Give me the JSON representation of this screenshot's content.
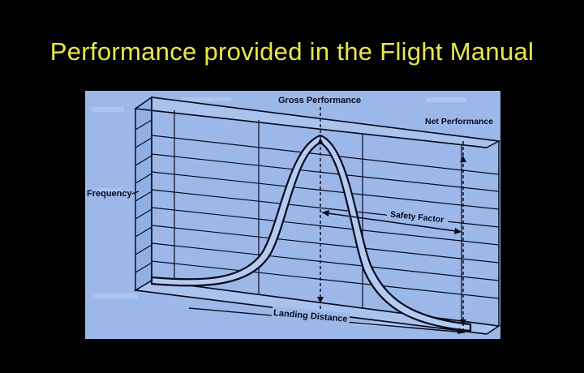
{
  "slide": {
    "title": "Performance provided in the Flight Manual"
  },
  "diagram": {
    "labels": {
      "gross_performance": "Gross Performance",
      "net_performance": "Net Performance",
      "frequency": "Frequency",
      "safety_factor": "Safety Factor",
      "landing_distance": "Landing Distance"
    },
    "colors": {
      "background": "#9bb8e8",
      "ink": "#0a0a20",
      "curve_fill": "#b3cbf0",
      "title": "#e8e84a"
    }
  }
}
